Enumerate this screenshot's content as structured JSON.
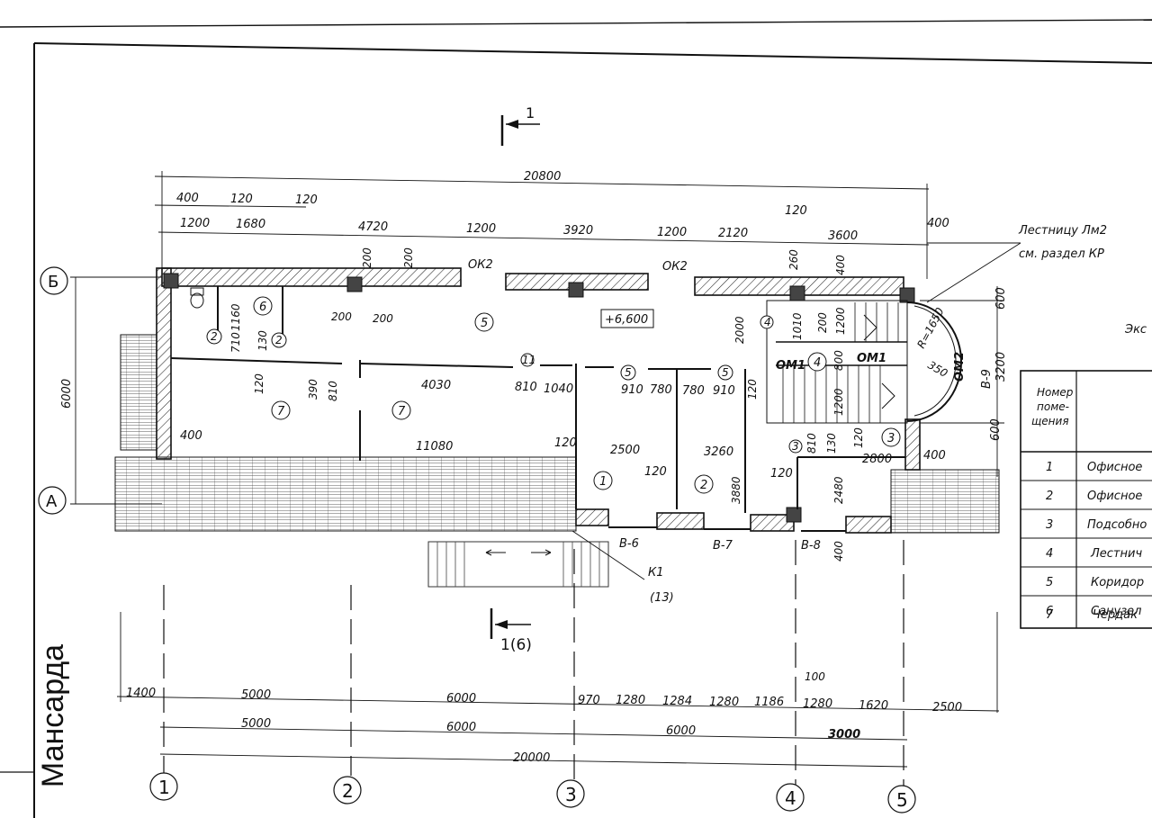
{
  "sheet": {
    "title": "Мансарда",
    "partial_heading": "Экс"
  },
  "section_marks": {
    "top": "1",
    "bottom": "1(6)"
  },
  "axes": {
    "vertical": [
      "1",
      "2",
      "3",
      "4",
      "5"
    ],
    "horizontal": [
      "Б",
      "А"
    ]
  },
  "dimensions": {
    "overall_top": "20800",
    "top_row1": [
      "400",
      "120",
      "120",
      "120",
      "400"
    ],
    "top_row2": [
      "1200",
      "1680",
      "4720",
      "1200",
      "3920",
      "1200",
      "2120",
      "3600"
    ],
    "openings": [
      "ОК2",
      "ОК2"
    ],
    "left_height": "6000",
    "right_heights": [
      "600",
      "3200",
      "600"
    ],
    "interior": [
      "200",
      "200",
      "200",
      "200",
      "1160",
      "710",
      "130",
      "120",
      "390",
      "810",
      "4030",
      "810",
      "1040",
      "910",
      "780",
      "780",
      "910",
      "120",
      "2000",
      "1010",
      "260",
      "400",
      "200",
      "1200",
      "800",
      "1200",
      "400",
      "11080",
      "120",
      "2500",
      "3260",
      "120",
      "3880",
      "120",
      "810",
      "130",
      "120",
      "2800",
      "2480",
      "400",
      "400",
      "R=1650",
      "350"
    ],
    "bottom_row1": [
      "1400",
      "5000",
      "6000",
      "970",
      "1280",
      "1284",
      "1280",
      "1186",
      "100",
      "1280",
      "1620",
      "2500"
    ],
    "bottom_row2": [
      "5000",
      "6000",
      "6000",
      "3000"
    ],
    "bottom_total": "20000"
  },
  "rooms": {
    "labels": [
      "1",
      "2",
      "3",
      "4",
      "5",
      "5",
      "5",
      "6",
      "7",
      "7",
      "2",
      "2",
      "3",
      "11",
      "4"
    ],
    "elevation": "+6,600",
    "windows": [
      "В-6",
      "В-7",
      "В-8",
      "В-9"
    ],
    "om_labels": [
      "ОМ1",
      "ОМ1",
      "ОМ2"
    ],
    "k1": "К1",
    "k1_sub": "(13)"
  },
  "stair_note": [
    "Лестницу Лм2",
    "см. раздел КР"
  ],
  "room_table": {
    "header": [
      "Номер",
      "поме-",
      "щения"
    ],
    "rows": [
      {
        "num": "1",
        "name": "Офисное"
      },
      {
        "num": "2",
        "name": "Офисное"
      },
      {
        "num": "3",
        "name": "Подсобно"
      },
      {
        "num": "4",
        "name": "Лестнич"
      },
      {
        "num": "5",
        "name": "Коридор"
      },
      {
        "num": "6",
        "name": "Санузел"
      },
      {
        "num": "7",
        "name": "Чердак"
      }
    ]
  }
}
